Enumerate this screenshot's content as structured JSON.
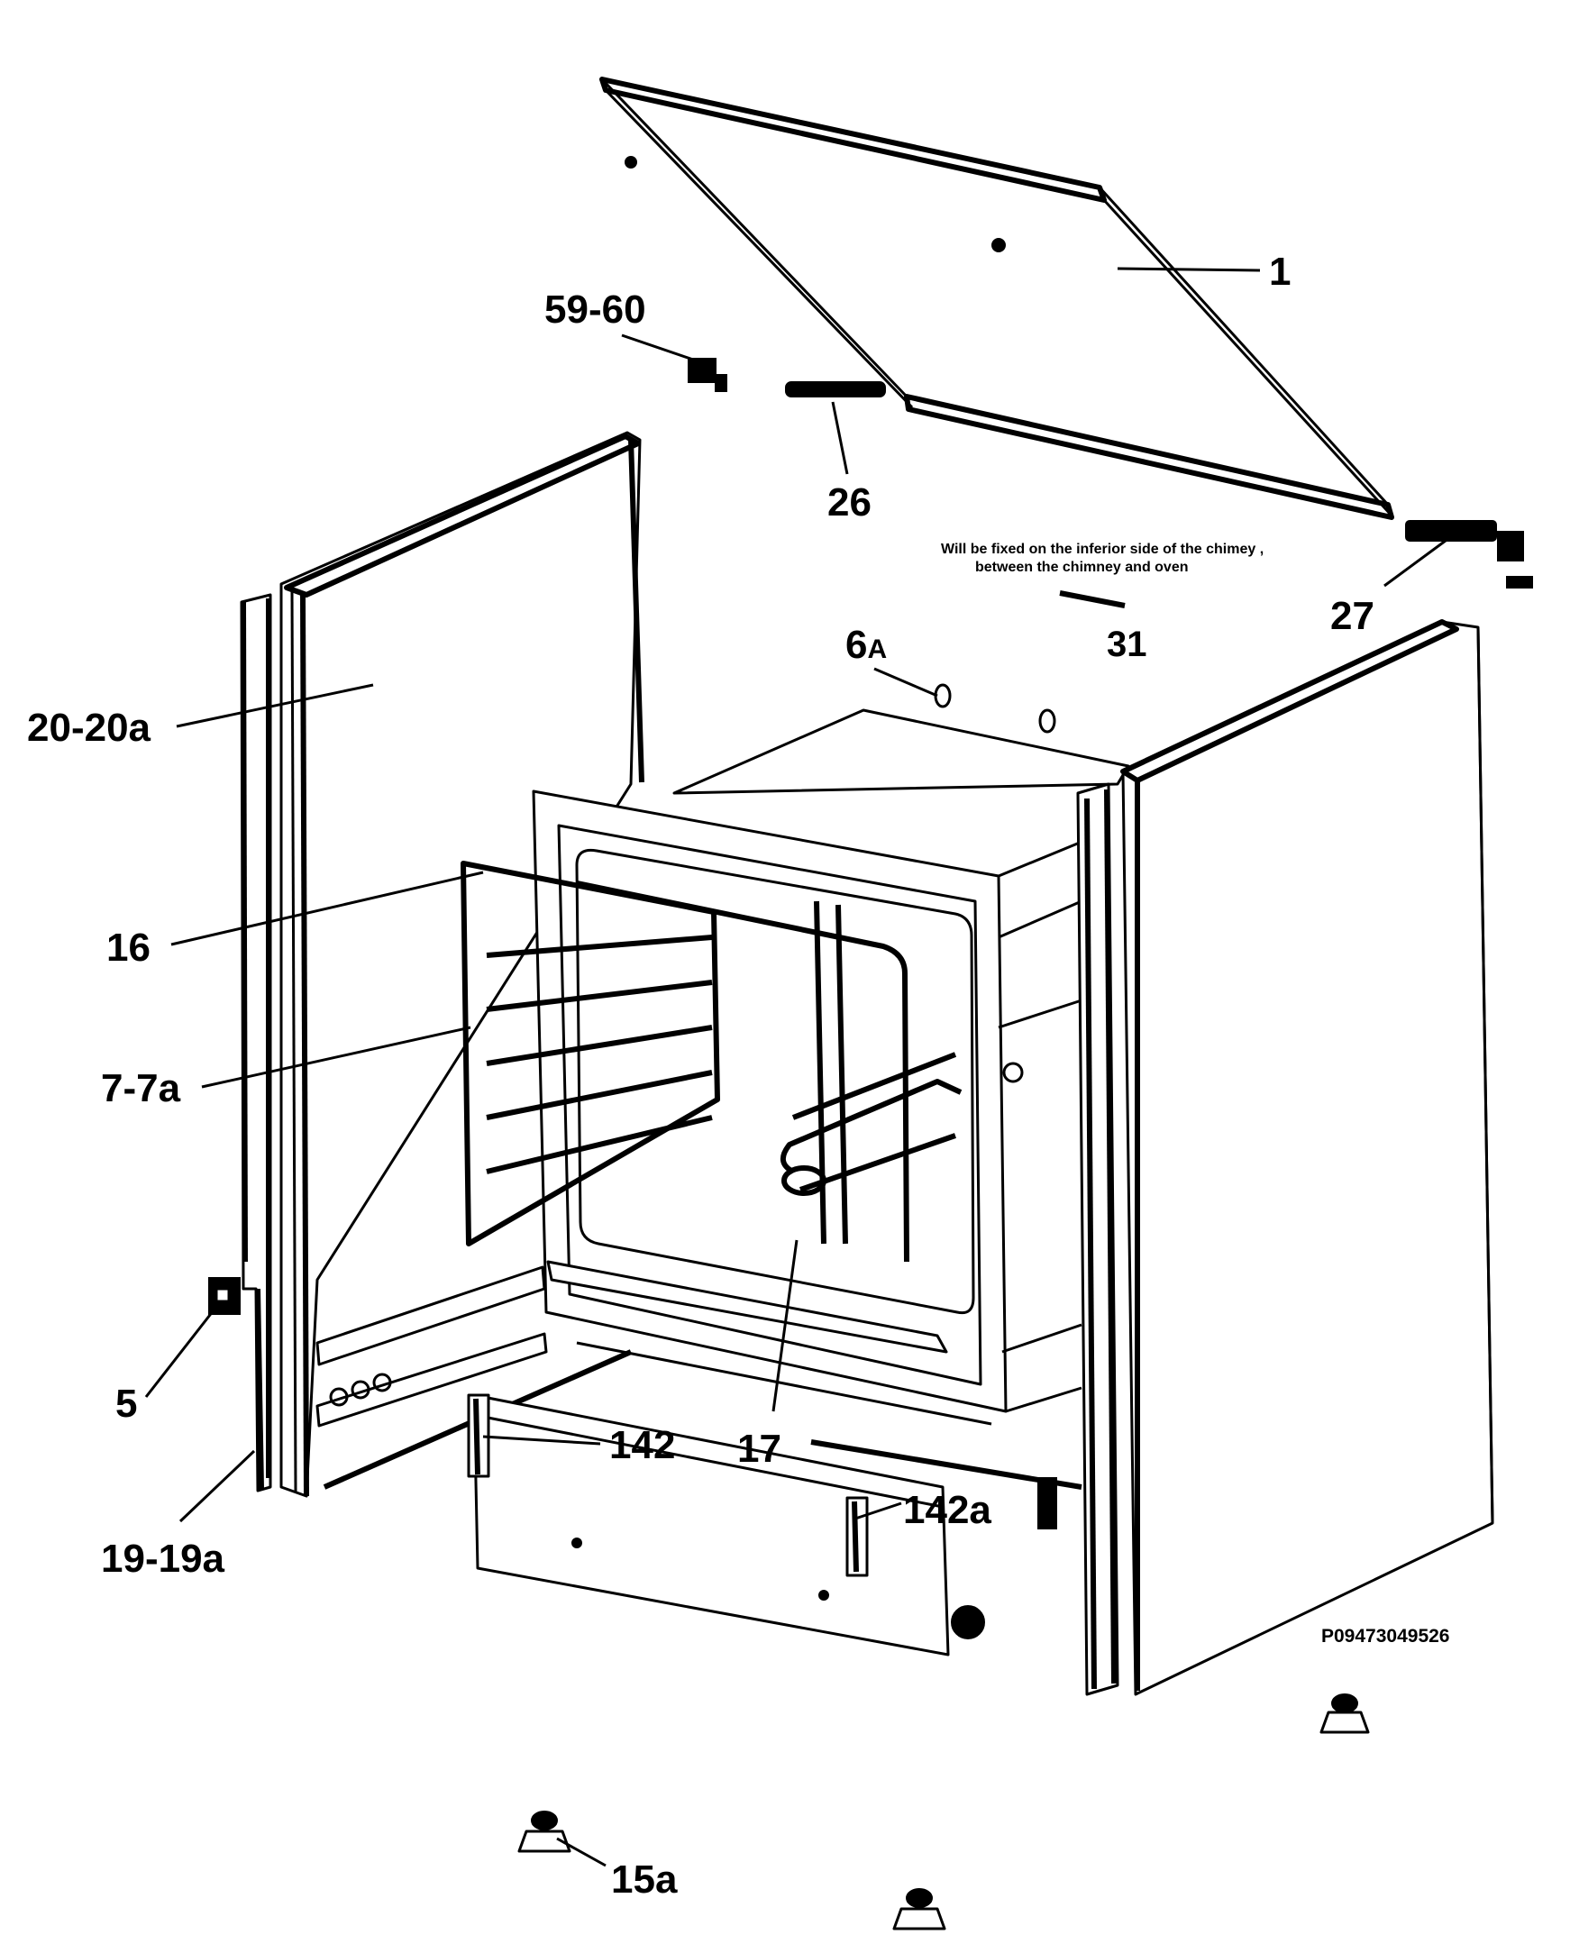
{
  "diagram": {
    "labels": {
      "l1": "1",
      "l59_60": "59-60",
      "l26": "26",
      "l27": "27",
      "l31": "31",
      "l6a_num": "6",
      "l6a_suffix": "A",
      "l20_20a": "20-20a",
      "l16": "16",
      "l7_7a": "7-7a",
      "l5": "5",
      "l19_19a": "19-19a",
      "l142": "142",
      "l142a": "142a",
      "l17": "17",
      "l15a": "15a"
    },
    "note_line1": "Will be fixed on the inferior side of the chimey ,",
    "note_line2": "between the chimney and oven",
    "drawing_code": "P09473049526"
  }
}
